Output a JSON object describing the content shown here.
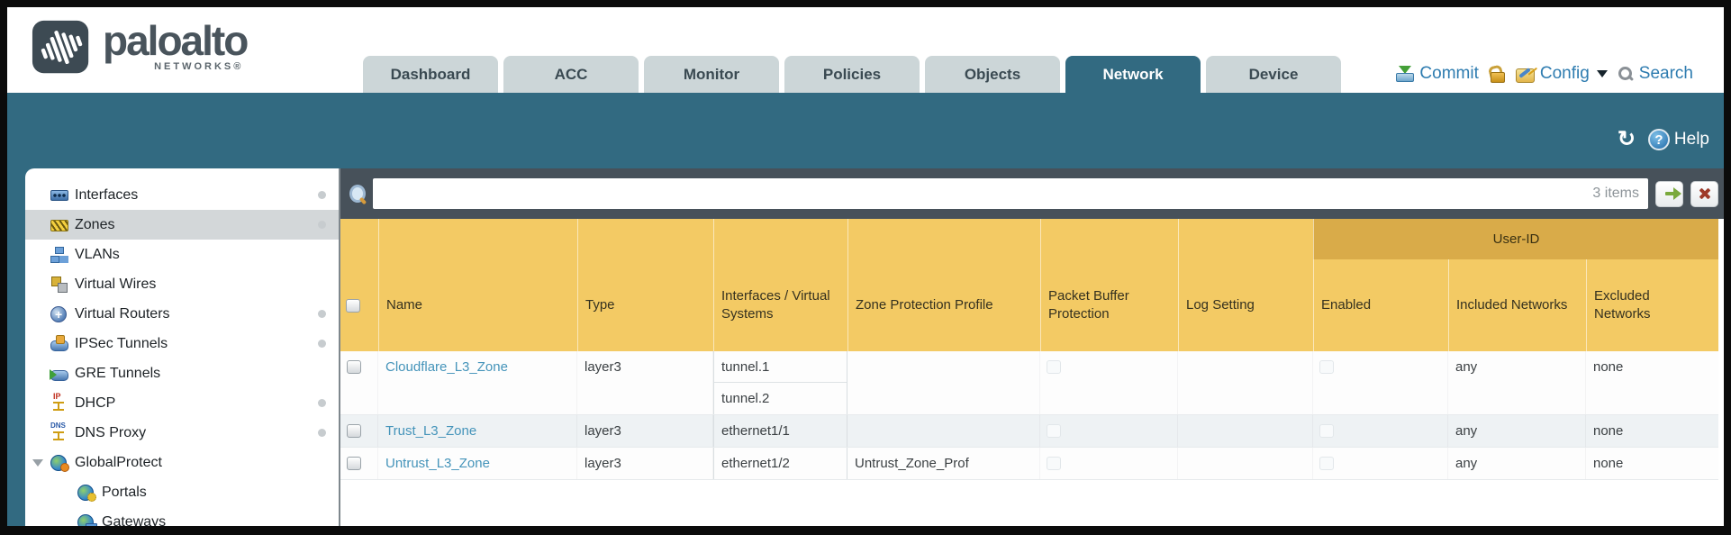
{
  "brand": {
    "name": "paloalto",
    "sub": "NETWORKS®"
  },
  "nav": {
    "tabs": [
      {
        "label": "Dashboard",
        "active": false
      },
      {
        "label": "ACC",
        "active": false
      },
      {
        "label": "Monitor",
        "active": false
      },
      {
        "label": "Policies",
        "active": false
      },
      {
        "label": "Objects",
        "active": false
      },
      {
        "label": "Network",
        "active": true
      },
      {
        "label": "Device",
        "active": false
      }
    ],
    "commit_label": "Commit",
    "config_label": "Config",
    "search_label": "Search"
  },
  "toolbar": {
    "help_label": "Help"
  },
  "sidebar": {
    "items": [
      {
        "label": "Interfaces",
        "icon": "interfaces-icon",
        "dot": true,
        "selected": false,
        "indent": 0
      },
      {
        "label": "Zones",
        "icon": "zones-icon",
        "dot": true,
        "selected": true,
        "indent": 0
      },
      {
        "label": "VLANs",
        "icon": "vlans-icon",
        "dot": false,
        "selected": false,
        "indent": 0
      },
      {
        "label": "Virtual Wires",
        "icon": "virtual-wires-icon",
        "dot": false,
        "selected": false,
        "indent": 0
      },
      {
        "label": "Virtual Routers",
        "icon": "virtual-routers-icon",
        "dot": true,
        "selected": false,
        "indent": 0
      },
      {
        "label": "IPSec Tunnels",
        "icon": "ipsec-tunnels-icon",
        "dot": true,
        "selected": false,
        "indent": 0
      },
      {
        "label": "GRE Tunnels",
        "icon": "gre-tunnels-icon",
        "dot": false,
        "selected": false,
        "indent": 0
      },
      {
        "label": "DHCP",
        "icon": "dhcp-icon",
        "dot": true,
        "selected": false,
        "indent": 0
      },
      {
        "label": "DNS Proxy",
        "icon": "dns-proxy-icon",
        "dot": true,
        "selected": false,
        "indent": 0
      },
      {
        "label": "GlobalProtect",
        "icon": "globalprotect-icon",
        "dot": false,
        "selected": false,
        "indent": 0,
        "expanded": true
      },
      {
        "label": "Portals",
        "icon": "portals-icon",
        "dot": false,
        "selected": false,
        "indent": 1
      },
      {
        "label": "Gateways",
        "icon": "gateways-icon",
        "dot": false,
        "selected": false,
        "indent": 1
      }
    ]
  },
  "filter": {
    "items_count": "3 items",
    "query": ""
  },
  "table": {
    "group_header": "User-ID",
    "columns": [
      "Name",
      "Type",
      "Interfaces / Virtual Systems",
      "Zone Protection Profile",
      "Packet Buffer Protection",
      "Log Setting",
      "Enabled",
      "Included Networks",
      "Excluded Networks"
    ],
    "rows": [
      {
        "name": "Cloudflare_L3_Zone",
        "type": "layer3",
        "interfaces": [
          "tunnel.1",
          "tunnel.2"
        ],
        "zone_protection_profile": "",
        "packet_buffer_protection": false,
        "log_setting": "",
        "user_id_enabled": false,
        "included_networks": "any",
        "excluded_networks": "none"
      },
      {
        "name": "Trust_L3_Zone",
        "type": "layer3",
        "interfaces": [
          "ethernet1/1"
        ],
        "zone_protection_profile": "",
        "packet_buffer_protection": false,
        "log_setting": "",
        "user_id_enabled": false,
        "included_networks": "any",
        "excluded_networks": "none"
      },
      {
        "name": "Untrust_L3_Zone",
        "type": "layer3",
        "interfaces": [
          "ethernet1/2"
        ],
        "zone_protection_profile": "Untrust_Zone_Prof",
        "packet_buffer_protection": false,
        "log_setting": "",
        "user_id_enabled": false,
        "included_networks": "any",
        "excluded_networks": "none"
      }
    ]
  },
  "colors": {
    "teal": "#326a81",
    "slate": "#47515a",
    "header_orange": "#f3ca64",
    "group_band": "#d9ab49",
    "link": "#4594ba",
    "action_blue": "#2e7cb0"
  }
}
